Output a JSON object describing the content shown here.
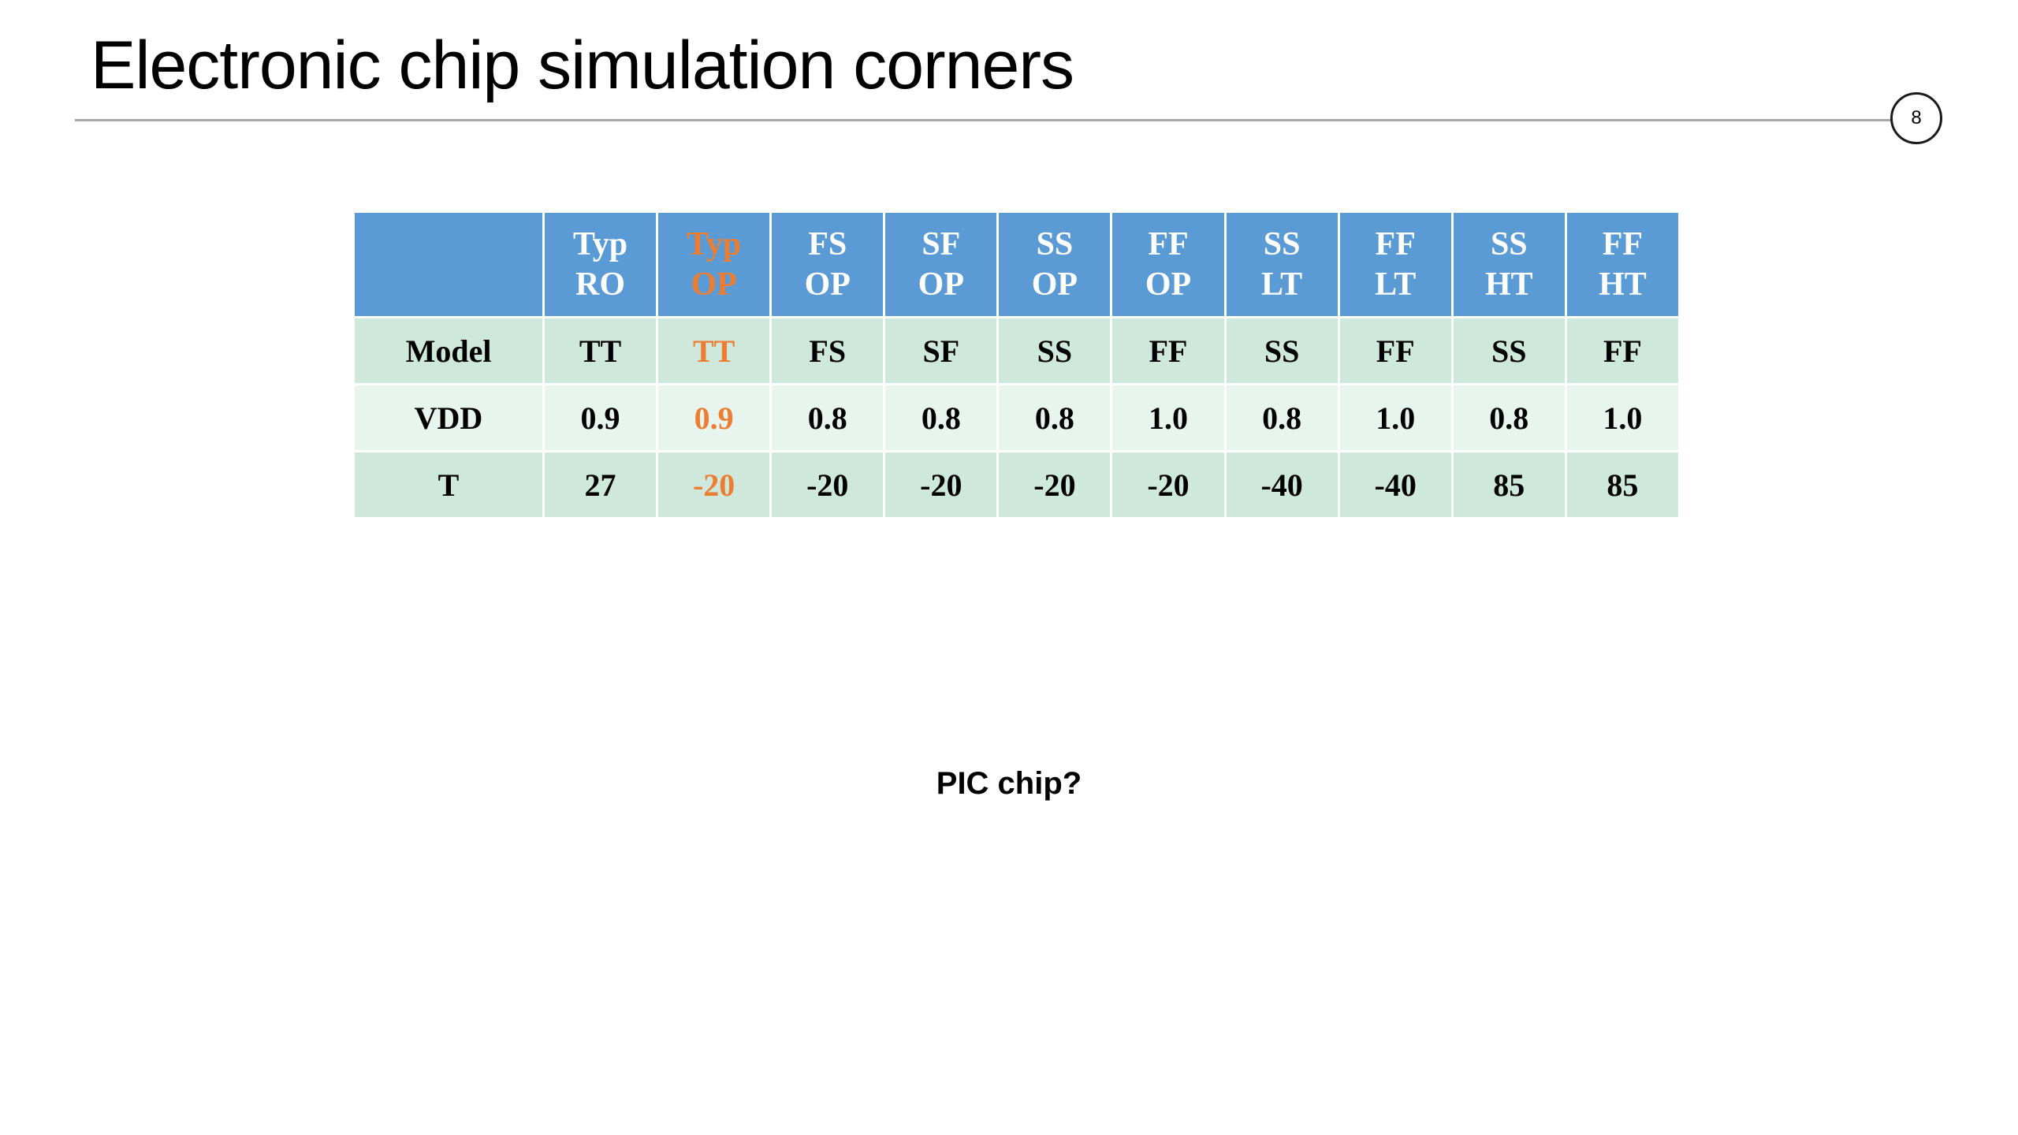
{
  "slide": {
    "title": "Electronic chip simulation corners",
    "page_number": "8",
    "question": "PIC chip?"
  },
  "table": {
    "header": [
      {
        "line1": "",
        "line2": ""
      },
      {
        "line1": "Typ",
        "line2": "RO"
      },
      {
        "line1": "Typ",
        "line2": "OP"
      },
      {
        "line1": "FS",
        "line2": "OP"
      },
      {
        "line1": "SF",
        "line2": "OP"
      },
      {
        "line1": "SS",
        "line2": "OP"
      },
      {
        "line1": "FF",
        "line2": "OP"
      },
      {
        "line1": "SS",
        "line2": "LT"
      },
      {
        "line1": "FF",
        "line2": "LT"
      },
      {
        "line1": "SS",
        "line2": "HT"
      },
      {
        "line1": "FF",
        "line2": "HT"
      }
    ],
    "rows": [
      [
        "Model",
        "TT",
        "TT",
        "FS",
        "SF",
        "SS",
        "FF",
        "SS",
        "FF",
        "SS",
        "FF"
      ],
      [
        "VDD",
        "0.9",
        "0.9",
        "0.8",
        "0.8",
        "0.8",
        "1.0",
        "0.8",
        "1.0",
        "0.8",
        "1.0"
      ],
      [
        "T",
        "27",
        "-20",
        "-20",
        "-20",
        "-20",
        "-20",
        "-40",
        "-40",
        "85",
        "85"
      ]
    ],
    "highlight_column": 2
  },
  "colors": {
    "header_bg": "#5b9bd5",
    "row_odd_bg": "#cfe8dc",
    "row_even_bg": "#e8f4ee",
    "highlight_text": "#ed7d31",
    "title_rule": "#a6a6a6"
  }
}
